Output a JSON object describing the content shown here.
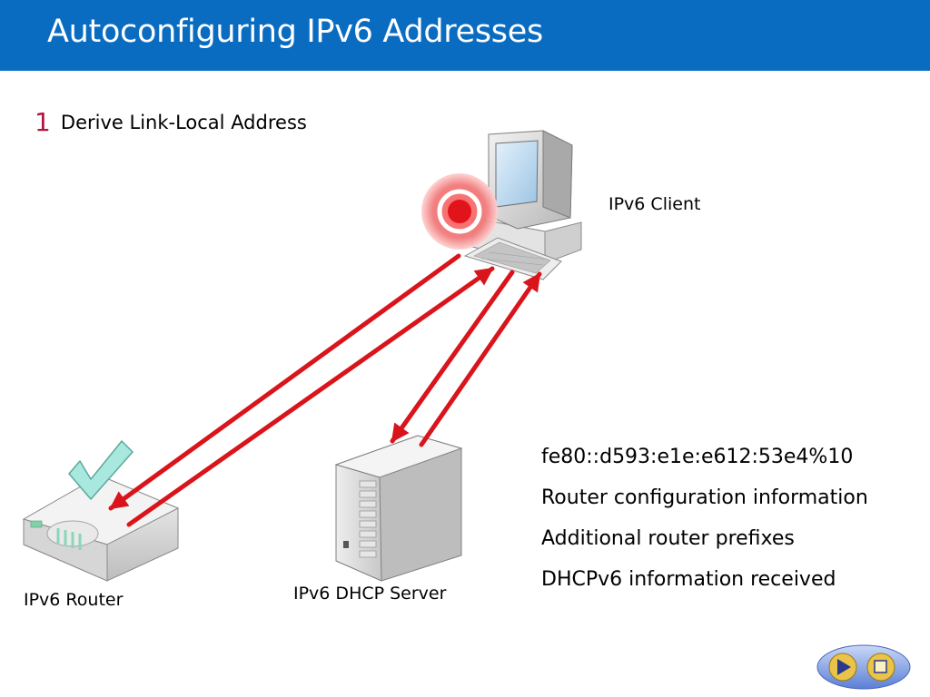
{
  "slide": {
    "title": "Autoconfiguring IPv6 Addresses",
    "step": {
      "number": "1",
      "label": "Derive Link-Local Address"
    }
  },
  "nodes": {
    "client_label": "IPv6 Client",
    "router_label": "IPv6 Router",
    "dhcp_label": "IPv6 DHCP Server"
  },
  "info_lines": [
    "fe80::d593:e1e:e612:53e4%10",
    "Router configuration information",
    "Additional router prefixes",
    "DHCPv6 information received"
  ],
  "colors": {
    "header": "#0a6cc1",
    "arrow": "#d9141b",
    "step_number": "#b0143c",
    "check": "#a8e8df"
  },
  "icons": [
    "computer-icon",
    "target-icon",
    "router-icon",
    "checkmark-icon",
    "server-icon",
    "play-icon",
    "stop-icon"
  ]
}
